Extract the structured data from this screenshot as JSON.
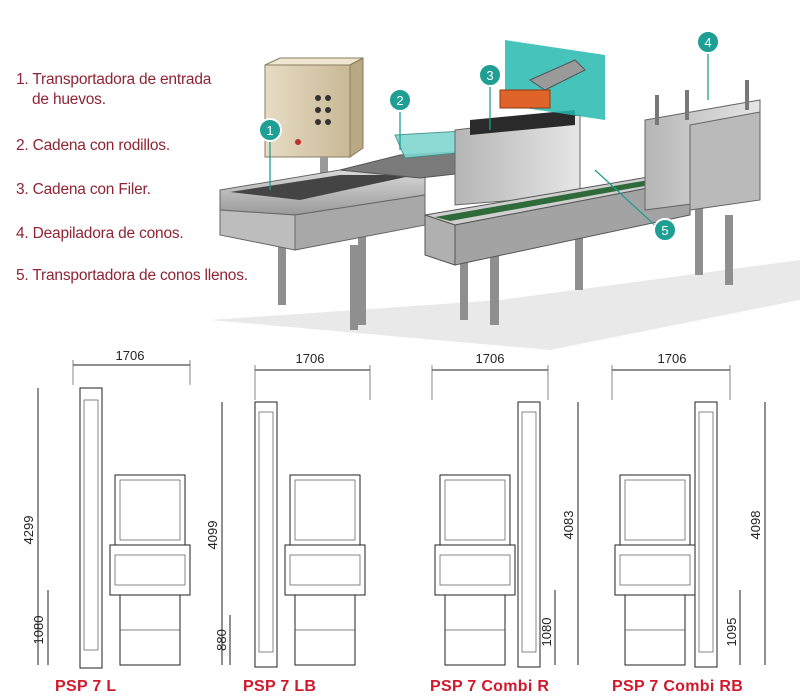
{
  "legend": [
    {
      "line1": "1. Transportadora de entrada",
      "line2": "de huevos."
    },
    {
      "line1": "2. Cadena con rodillos.",
      "line2": ""
    },
    {
      "line1": "3. Cadena con Filer.",
      "line2": ""
    },
    {
      "line1": "4. Deapiladora de conos.",
      "line2": ""
    },
    {
      "line1": "5. Transportadora de conos llenos.",
      "line2": ""
    }
  ],
  "callouts": [
    "1",
    "2",
    "3",
    "4",
    "5"
  ],
  "models": [
    {
      "name": "PSP 7 L",
      "width": "1706",
      "height": "4299",
      "base": "1080"
    },
    {
      "name": "PSP 7 LB",
      "width": "1706",
      "height": "4099",
      "base": "880"
    },
    {
      "name": "PSP 7 Combi R",
      "width": "1706",
      "height": "4083",
      "base": "1080"
    },
    {
      "name": "PSP 7 Combi RB",
      "width": "1706",
      "height": "4098",
      "base": "1095"
    }
  ],
  "colors": {
    "legend_text": "#8e2434",
    "model_name": "#d0192b",
    "callout_fill": "#1f9e93",
    "guard": "#7fd6cf",
    "accent_orange": "#e0642a"
  }
}
